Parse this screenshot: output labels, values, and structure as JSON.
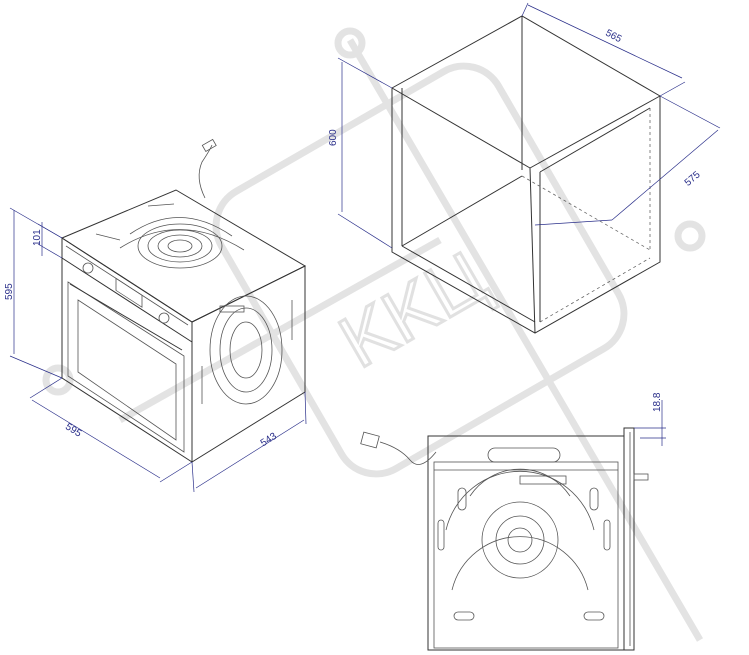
{
  "dimensions": {
    "niche_width": "565",
    "niche_height": "600",
    "niche_depth": "575",
    "oven_height": "595",
    "panel_height": "101",
    "oven_width": "595",
    "oven_depth": "543",
    "front_thickness": "18.8"
  },
  "watermark": {
    "text": "KKЦ"
  },
  "colors": {
    "dimension": "#2a2f8a",
    "outline": "#333333",
    "watermark": "#e3e3e3"
  }
}
